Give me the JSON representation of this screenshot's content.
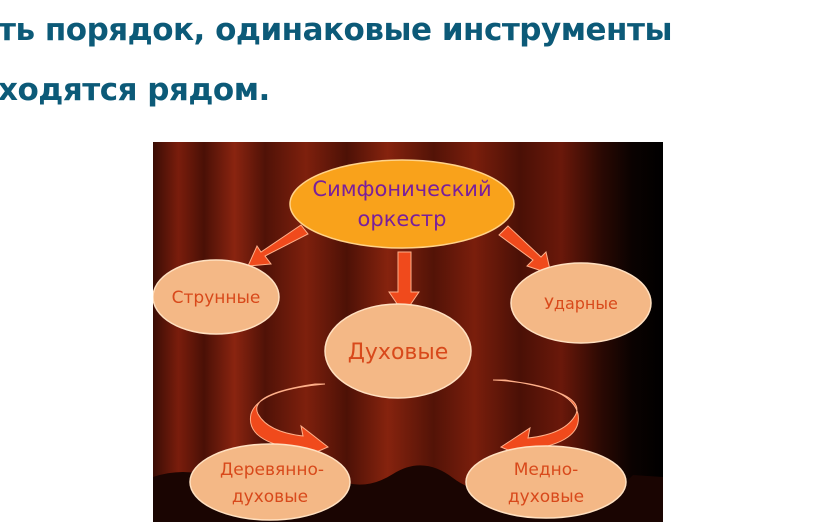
{
  "slide": {
    "title_line1": "ть порядок, одинаковые инструменты",
    "title_line2": "ходятся рядом."
  },
  "diagram": {
    "root": {
      "line1": "Симфонический",
      "line2": "оркестр"
    },
    "strings": "Струнные",
    "percussion": "Ударные",
    "winds": "Духовые",
    "woodwinds": {
      "line1": "Деревянно-",
      "line2": "духовые"
    },
    "brass": {
      "line1": "Медно-",
      "line2": "духовые"
    },
    "colors": {
      "root_fill": "#f9a21b",
      "node_fill": "#f4b886",
      "root_text": "#7a1f9b",
      "node_text": "#d8491b",
      "arrow": "#f04a1c",
      "curtain": "#6b1a0c"
    }
  }
}
